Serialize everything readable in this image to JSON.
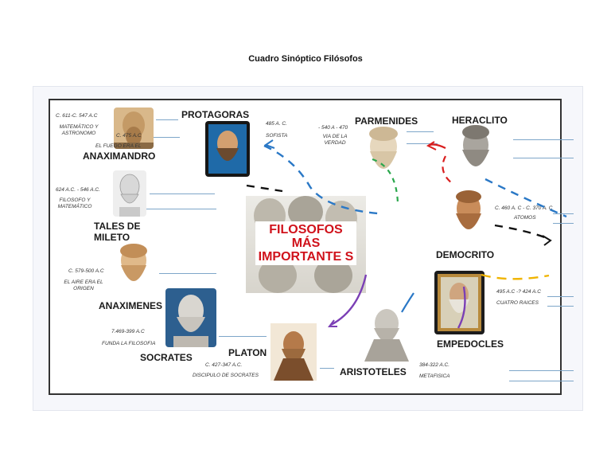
{
  "page_title": "Cuadro Sinóptico Filósofos",
  "center_title": "FILOSOFOS MÁS IMPORTANTE S",
  "philosophers": {
    "anaximandro": {
      "name": "ANAXIMANDRO",
      "date": "c. 611-c. 547 a.C",
      "role": "MATEMÁTICO Y ASTRONOMO",
      "idea": "EL FUEGO ERA EL"
    },
    "tales": {
      "name": "TALES DE MILETO",
      "date": "624 A.C. - 546 A.C.",
      "role": "FILOSOFO Y MATEMÁTICO"
    },
    "anaximenes": {
      "name": "ANAXIMENES",
      "date": "c. 579-500 a.C",
      "idea": "EL AIRE ERA EL ORIGEN"
    },
    "socrates": {
      "name": "SOCRATES",
      "date": "7.469-399 a.C",
      "idea": "FUNDA LA FILOSOFIA"
    },
    "platon": {
      "name": "PLATON",
      "date": "c. 427-347 a.C.",
      "idea": "DISCIPULO DE SOCRATES"
    },
    "aristoteles": {
      "name": "ARISTOTELES",
      "date": "384-322 a.C.",
      "idea": "METAFISICA"
    },
    "protagoras": {
      "name": "PROTAGORAS",
      "date": "485 a. C.",
      "role": "SOFISTA",
      "date2": "c. 475 a.C"
    },
    "parmenides": {
      "name": "PARMENIDES",
      "date": "- 540 a - 470",
      "idea": "VIA DE LA VERDAD"
    },
    "heraclito": {
      "name": "HERACLITO"
    },
    "democrito": {
      "name": "DEMOCRITO",
      "date": "c. 460 a. C - c. 370 a. C",
      "idea": "ATOMOS"
    },
    "empedocles": {
      "name": "EMPEDOCLES",
      "date": "495 a.C -? 424 a.C",
      "idea": "CUATRO RAICES"
    }
  }
}
